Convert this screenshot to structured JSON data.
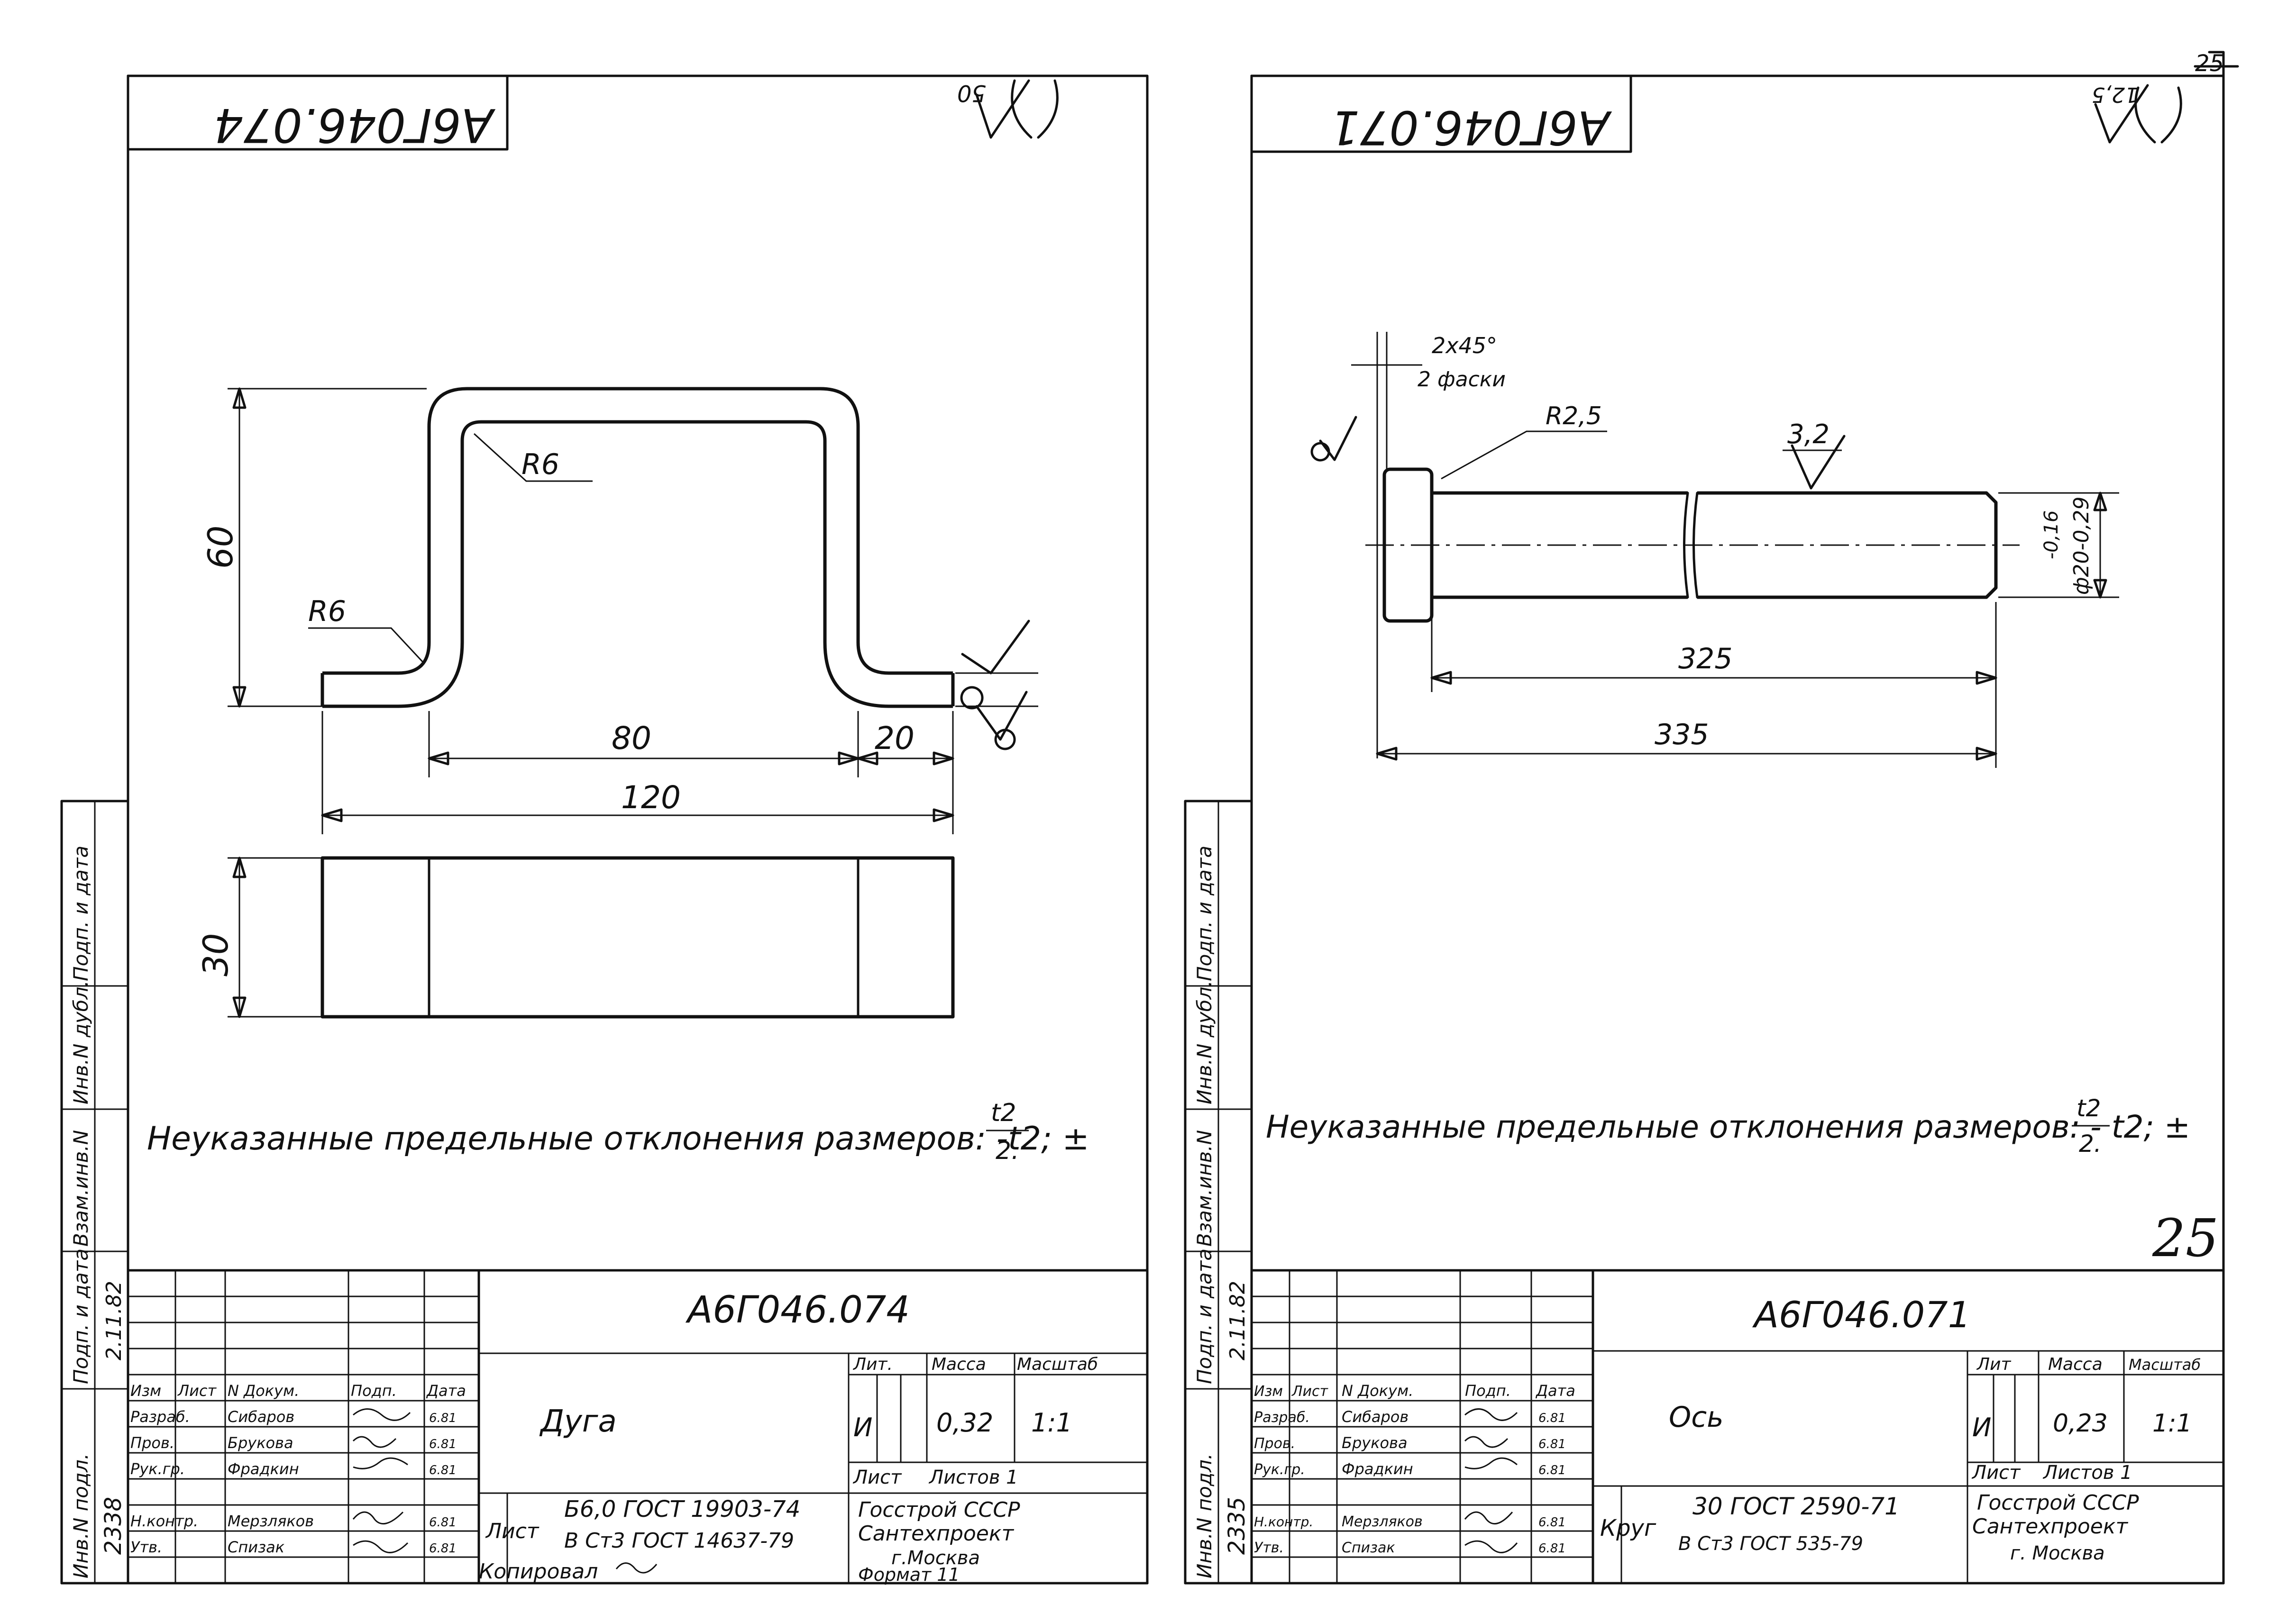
{
  "page_number": "25",
  "handwritten_number": "25",
  "left": {
    "code": "А6Г046.074",
    "roughness": "50",
    "dims": {
      "r_top": "R6",
      "r_side": "R6",
      "h": "60",
      "w1": "80",
      "w2": "20",
      "w3": "120",
      "t": "30"
    },
    "note": "Неуказанные предельные отклонения размеров: -t2; ±",
    "frac_num": "t2",
    "frac_den": "2.",
    "title_code": "А6Г046.074",
    "name": "Дуга",
    "lit_header": "Лит.",
    "mass_header": "Масса",
    "scale_header": "Масштаб",
    "lit": "И",
    "mass": "0,32",
    "scale": "1:1",
    "sheet": "Лист",
    "sheets": "Листов 1",
    "cols": {
      "izm": "Изм",
      "list": "Лист",
      "doc": "N Докум.",
      "podp": "Подп.",
      "data": "Дата"
    },
    "rows": [
      {
        "role": "Разраб.",
        "name": "Сибаров",
        "date": "6.81"
      },
      {
        "role": "Пров.",
        "name": "Брукова",
        "date": "6.81"
      },
      {
        "role": "Рук.гр.",
        "name": "Фрадкин",
        "date": "6.81"
      },
      {
        "role": "Н.контр.",
        "name": "Мерзляков",
        "date": "6.81"
      },
      {
        "role": "Утв.",
        "name": "Спизак",
        "date": "6.81"
      }
    ],
    "material_label": "Лист",
    "material_1": "Б6,0 ГОСТ 19903-74",
    "material_2": "В Ст3 ГОСТ 14637-79",
    "org_1": "Госстрой СССР",
    "org_2": "Сантехпроект",
    "org_3": "г.Москва",
    "copied": "Копировал",
    "format": "Формат 11",
    "stamp": {
      "a": "Инв.N подл.",
      "b": "Подп. и дата",
      "c": "Взам.инв.N",
      "d": "Инв.N дубл.",
      "e": "Подп. и дата",
      "inv": "2338",
      "date": "2.11.82"
    }
  },
  "right": {
    "code": "А6Г046.071",
    "roughness": "12,5",
    "dims": {
      "chamfer": "2х45°",
      "chamfer_note": "2 фаски",
      "r": "R2,5",
      "rough": "3,2",
      "dia": "ф20-0,29",
      "tol": "-0,16",
      "l1": "325",
      "l2": "335"
    },
    "note": "Неуказанные предельные отклонения размеров: - t2; ±",
    "frac_num": "t2",
    "frac_den": "2.",
    "title_code": "А6Г046.071",
    "name": "Ось",
    "lit_header": "Лит",
    "mass_header": "Масса",
    "scale_header": "Масштаб",
    "lit": "И",
    "mass": "0,23",
    "scale": "1:1",
    "sheet": "Лист",
    "sheets": "Листов 1",
    "cols": {
      "izm": "Изм",
      "list": "Лист",
      "doc": "N Докум.",
      "podp": "Подп.",
      "data": "Дата"
    },
    "rows": [
      {
        "role": "Разраб.",
        "name": "Сибаров",
        "date": "6.81"
      },
      {
        "role": "Пров.",
        "name": "Брукова",
        "date": "6.81"
      },
      {
        "role": "Рук.гр.",
        "name": "Фрадкин",
        "date": "6.81"
      },
      {
        "role": "Н.контр.",
        "name": "Мерзляков",
        "date": "6.81"
      },
      {
        "role": "Утв.",
        "name": "Спизак",
        "date": "6.81"
      }
    ],
    "material_label": "Круг",
    "material_1": "30 ГОСТ 2590-71",
    "material_2": "В Ст3 ГОСТ 535-79",
    "org_1": "Госстрой СССР",
    "org_2": "Сантехпроект",
    "org_3": "г. Москва",
    "stamp": {
      "a": "Инв.N подл.",
      "b": "Подп. и дата",
      "c": "Взам.инв.N",
      "d": "Инв.N дубл.",
      "e": "Подп. и дата",
      "inv": "2335",
      "date": "2.11.82"
    }
  }
}
